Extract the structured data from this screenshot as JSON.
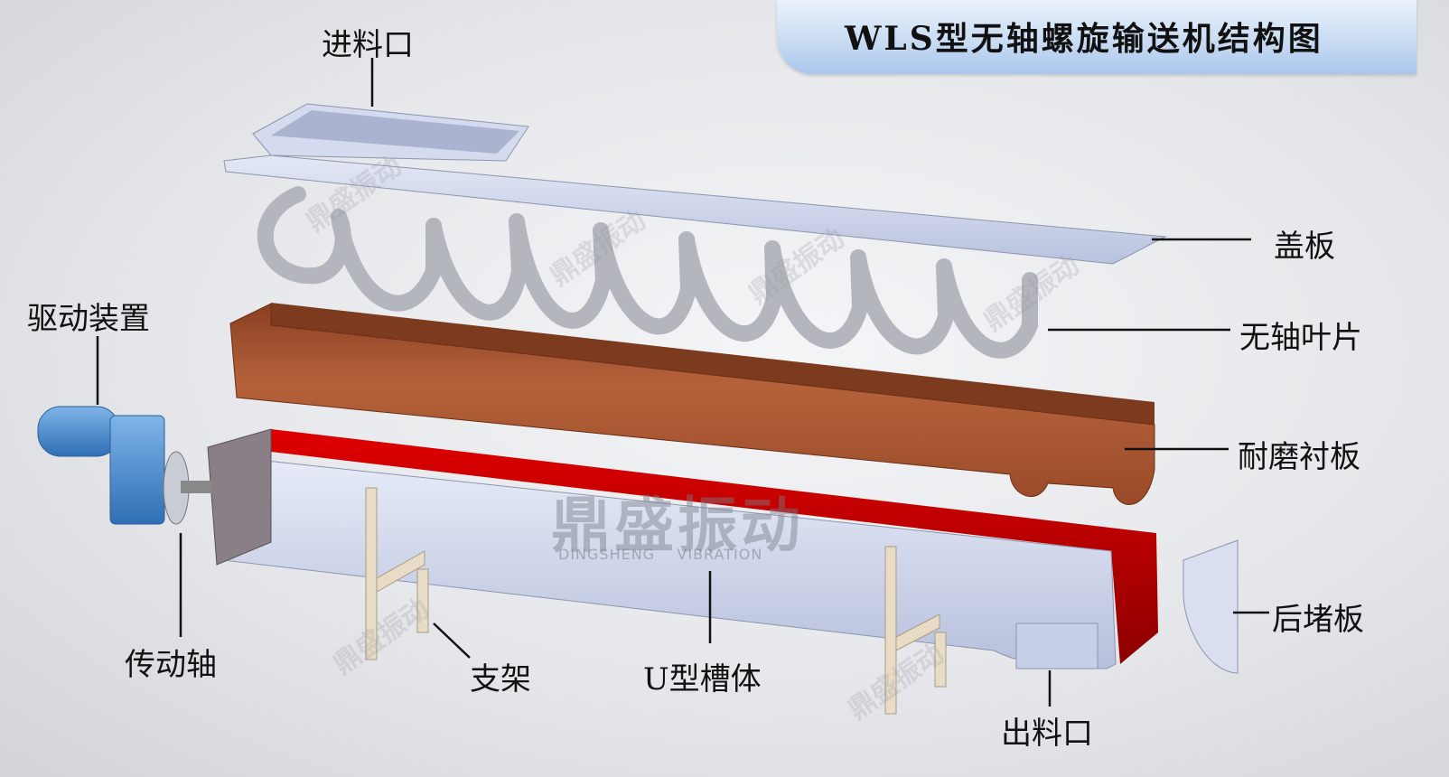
{
  "title": "WLS型无轴螺旋输送机结构图",
  "labels": {
    "inlet": "进料口",
    "cover": "盖板",
    "blade": "无轴叶片",
    "drive": "驱动装置",
    "liner": "耐磨衬板",
    "end_plate": "后堵板",
    "shaft": "传动轴",
    "support": "支架",
    "trough": "U型槽体",
    "outlet": "出料口"
  },
  "watermark": {
    "brand_cn": "鼎盛振动",
    "brand_en": "DINGSHENG    VIBRATION"
  },
  "colors": {
    "liner": "#a9552f",
    "trough_inner": "#c00000",
    "trough_body": "#cfd6ea",
    "motor": "#4f8fd0",
    "banner": "#b7d0ef"
  }
}
